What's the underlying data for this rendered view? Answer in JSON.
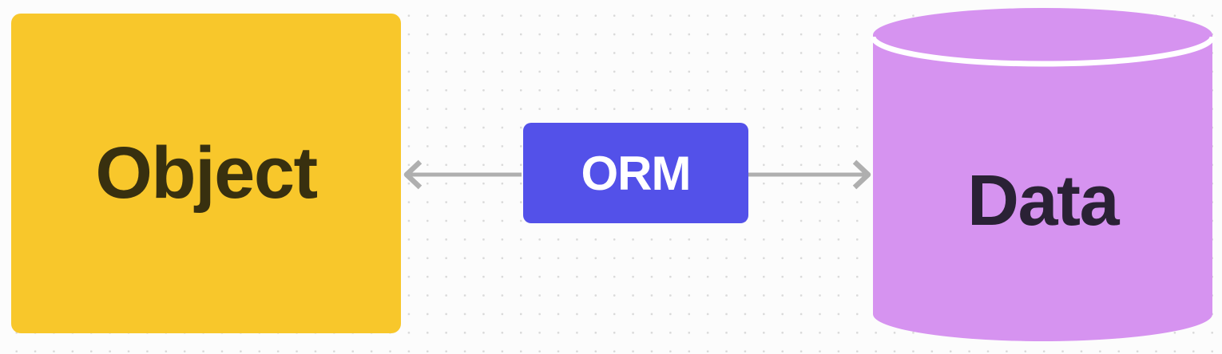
{
  "canvas": {
    "background_color": "#FCFCFC",
    "dot_color": "#D9D9D9",
    "pattern": "dot-grid"
  },
  "diagram": {
    "nodes": [
      {
        "id": "object",
        "label": "Object",
        "shape": "rounded-rectangle",
        "fill": "#F8C72B",
        "text_color": "#38300F"
      },
      {
        "id": "orm",
        "label": "ORM",
        "shape": "rounded-rectangle",
        "fill": "#5351E9",
        "text_color": "#FFFFFF"
      },
      {
        "id": "data",
        "label": "Data",
        "shape": "cylinder",
        "fill": "#D693F0",
        "text_color": "#2A2135",
        "lid_line_color": "#FFFFFF"
      }
    ],
    "connectors": [
      {
        "id": "orm-to-object",
        "from": "orm",
        "to": "object",
        "arrow_direction": "left",
        "color": "#AFAFAF"
      },
      {
        "id": "orm-to-data",
        "from": "orm",
        "to": "data",
        "arrow_direction": "right",
        "color": "#AFAFAF"
      }
    ]
  }
}
